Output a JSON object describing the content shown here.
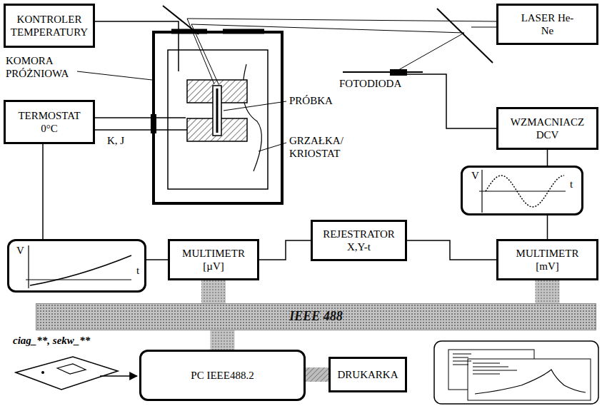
{
  "diagram": {
    "nodes": [
      {
        "text": [
          "KONTROLER TEMPERATURY"
        ]
      },
      {
        "text": [
          "LASER He-Ne"
        ]
      },
      {
        "text": [
          "TERMOSTAT 0°C"
        ]
      },
      {
        "text": [
          "WZMACNIACZ DCV"
        ]
      },
      {
        "text": [
          "V",
          "t"
        ]
      },
      {
        "text": [
          "V",
          "t"
        ]
      },
      {
        "text": [
          "MULTIMETR [µV]"
        ]
      },
      {
        "text": [
          "REJESTRATOR X,Y-t"
        ]
      },
      {
        "text": [
          "MULTIMETR [mV]"
        ]
      },
      {
        "text": [
          "IEEE 488"
        ]
      },
      {
        "text": [
          "PC IEEE488.2"
        ]
      },
      {
        "text": [
          "DRUKARKA"
        ]
      }
    ],
    "edges": [
      {
        "from": 2,
        "to": 5,
        "arrow": "none"
      },
      {
        "from": 5,
        "to": 6,
        "arrow": "none"
      },
      {
        "from": 6,
        "to": 7,
        "arrow": "none"
      },
      {
        "from": 7,
        "to": 8,
        "arrow": "none"
      },
      {
        "from": 3,
        "to": 4,
        "arrow": "none"
      },
      {
        "from": 4,
        "to": 8,
        "arrow": "none"
      },
      {
        "from": 6,
        "to": 9,
        "arrow": "none"
      },
      {
        "from": 8,
        "to": 9,
        "arrow": "none"
      },
      {
        "from": 9,
        "to": 10,
        "arrow": "none"
      },
      {
        "from": 10,
        "to": 11,
        "arrow": "none"
      }
    ],
    "labels": [
      "KOMORA PRÓŻNIOWA",
      "K, J",
      "PRÓBKA",
      "GRZAŁKA/ KRIOSTAT",
      "FOTODIODA",
      "ciag_**, sekw_**"
    ]
  }
}
